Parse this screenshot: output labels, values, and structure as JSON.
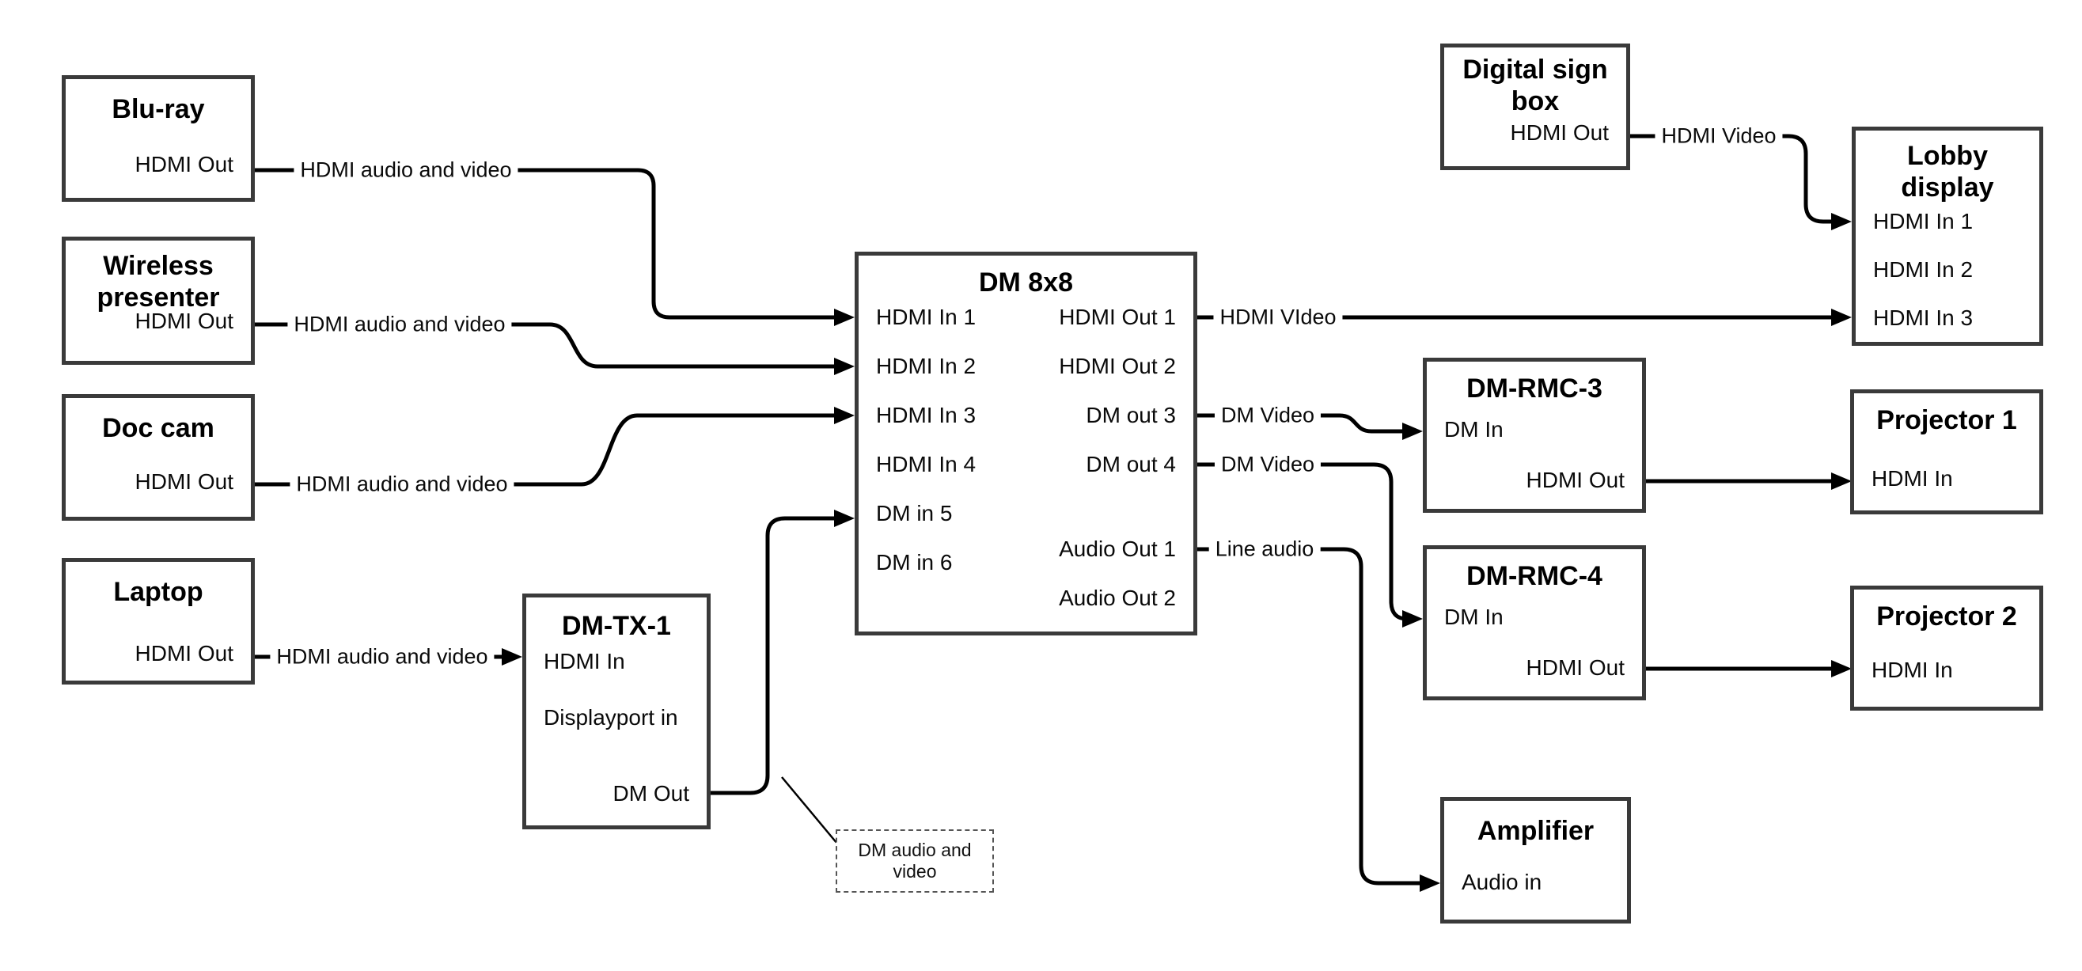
{
  "diagram": {
    "nodes": {
      "bluray": {
        "title": "Blu-ray",
        "ports": {
          "hdmi_out": "HDMI Out"
        }
      },
      "wireless": {
        "title": "Wireless\npresenter",
        "ports": {
          "hdmi_out": "HDMI Out"
        }
      },
      "doc_cam": {
        "title": "Doc cam",
        "ports": {
          "hdmi_out": "HDMI Out"
        }
      },
      "laptop": {
        "title": "Laptop",
        "ports": {
          "hdmi_out": "HDMI Out"
        }
      },
      "dm_tx_1": {
        "title": "DM-TX-1",
        "ports": {
          "hdmi_in": "HDMI In",
          "displayport_in": "Displayport in",
          "dm_out": "DM Out"
        }
      },
      "dm_8x8": {
        "title": "DM 8x8",
        "ports": {
          "hdmi_in_1": "HDMI In 1",
          "hdmi_in_2": "HDMI In 2",
          "hdmi_in_3": "HDMI In 3",
          "hdmi_in_4": "HDMI In 4",
          "dm_in_5": "DM in 5",
          "dm_in_6": "DM in 6",
          "hdmi_out_1": "HDMI Out 1",
          "hdmi_out_2": "HDMI Out 2",
          "dm_out_3": "DM out 3",
          "dm_out_4": "DM out 4",
          "audio_out_1": "Audio Out 1",
          "audio_out_2": "Audio Out 2"
        }
      },
      "digital_sign": {
        "title": "Digital sign\nbox",
        "ports": {
          "hdmi_out": "HDMI Out"
        }
      },
      "lobby_display": {
        "title": "Lobby\ndisplay",
        "ports": {
          "hdmi_in_1": "HDMI In 1",
          "hdmi_in_2": "HDMI In 2",
          "hdmi_in_3": "HDMI In 3"
        }
      },
      "dm_rmc_3": {
        "title": "DM-RMC-3",
        "ports": {
          "dm_in": "DM In",
          "hdmi_out": "HDMI Out"
        }
      },
      "projector_1": {
        "title": "Projector 1",
        "ports": {
          "hdmi_in": "HDMI In"
        }
      },
      "dm_rmc_4": {
        "title": "DM-RMC-4",
        "ports": {
          "dm_in": "DM In",
          "hdmi_out": "HDMI Out"
        }
      },
      "projector_2": {
        "title": "Projector 2",
        "ports": {
          "hdmi_in": "HDMI In"
        }
      },
      "amplifier": {
        "title": "Amplifier",
        "ports": {
          "audio_in": "Audio in"
        }
      }
    },
    "connection_labels": {
      "bluray_to_dm8x8": "HDMI audio and video",
      "wireless_to_dm8x8": "HDMI audio and video",
      "doccam_to_dm8x8": "HDMI audio and video",
      "laptop_to_dmtx1": "HDMI audio and video",
      "out1_to_lobby": "HDMI VIdeo",
      "out3_to_rmc3": "DM Video",
      "out4_to_rmc4": "DM Video",
      "audio1_to_amp": "Line audio",
      "sign_to_lobby": "HDMI Video"
    },
    "callout": {
      "text": "DM audio and\nvideo"
    },
    "colors": {
      "line": "#000000",
      "box_border": "#3a3a3a",
      "background": "#ffffff"
    }
  }
}
